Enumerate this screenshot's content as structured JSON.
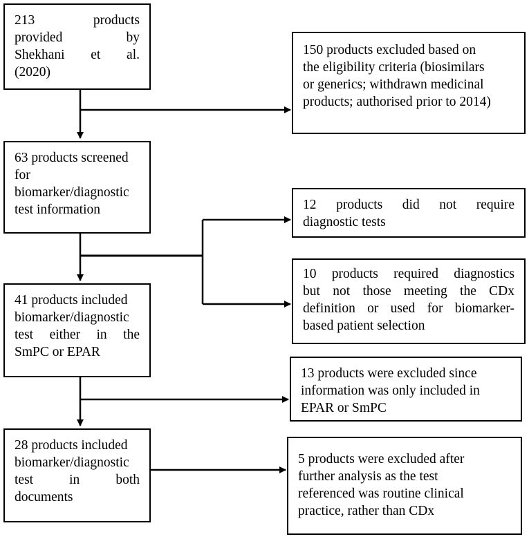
{
  "diagram": {
    "nodes": [
      {
        "id": "n1",
        "lines": [
          "213 products",
          "provided by",
          "Shekhani et al.",
          "(2020)"
        ]
      },
      {
        "id": "x1",
        "lines": [
          "150 products excluded based on",
          "the eligibility criteria (biosimilars",
          "or generics; withdrawn medicinal",
          "products; authorised prior to 2014)"
        ]
      },
      {
        "id": "n2",
        "lines": [
          "63 products screened",
          "for",
          "biomarker/diagnostic",
          "test information"
        ]
      },
      {
        "id": "x2",
        "lines": [
          "12 products did not require",
          "diagnostic tests"
        ]
      },
      {
        "id": "x3",
        "lines": [
          "10 products required diagnostics",
          "but not those meeting the CDx",
          "definition or used for biomarker-",
          "based patient selection"
        ]
      },
      {
        "id": "n3",
        "lines": [
          "41 products included",
          "biomarker/diagnostic",
          "test either in the",
          "SmPC or EPAR"
        ]
      },
      {
        "id": "x4",
        "lines": [
          "13 products were excluded since",
          "information was only included in",
          "EPAR or SmPC"
        ]
      },
      {
        "id": "n4",
        "lines": [
          "28 products included",
          "biomarker/diagnostic",
          "test in both",
          "documents"
        ]
      },
      {
        "id": "x5",
        "lines": [
          "5 products were excluded after",
          "further analysis as the test",
          "referenced was routine clinical",
          "practice, rather than CDx"
        ]
      }
    ],
    "edges": [
      {
        "from": "n1",
        "to": "n2"
      },
      {
        "from": "n1",
        "to": "x1"
      },
      {
        "from": "n2",
        "to": "n3"
      },
      {
        "from": "n2",
        "to": "x2"
      },
      {
        "from": "n2",
        "to": "x3"
      },
      {
        "from": "n3",
        "to": "n4"
      },
      {
        "from": "n3",
        "to": "x4"
      },
      {
        "from": "n4",
        "to": "x5"
      }
    ]
  }
}
